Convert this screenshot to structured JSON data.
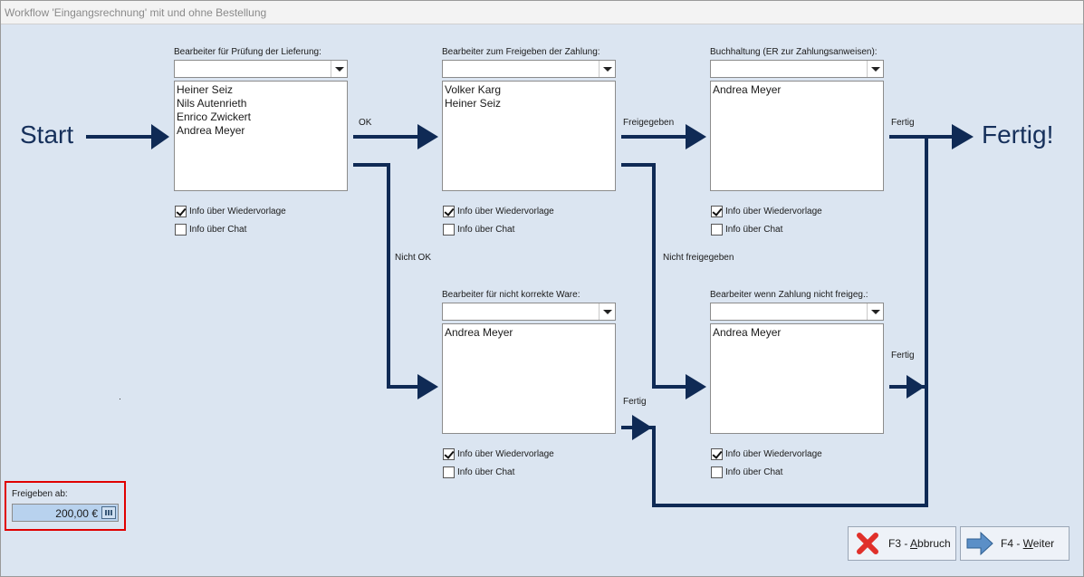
{
  "window": {
    "title": "Workflow 'Eingangsrechnung' mit und ohne Bestellung"
  },
  "flow": {
    "start": "Start",
    "done": "Fertig!",
    "ok": "OK",
    "not_ok": "Nicht OK",
    "approved": "Freigegeben",
    "not_approved": "Nicht freigegeben",
    "finished_1": "Fertig",
    "finished_2": "Fertig",
    "finished_3": "Fertig"
  },
  "colors": {
    "arrow": "#0f2a55",
    "background": "#dbe5f1",
    "highlight_border": "#e00000"
  },
  "panels": {
    "pruefung": {
      "label": "Bearbeiter für Prüfung der Lieferung:",
      "combo_value": "",
      "items": [
        "Heiner Seiz",
        "Nils Autenrieth",
        "Enrico Zwickert",
        "Andrea Meyer"
      ],
      "cb1": {
        "label": "Info über Wiedervorlage",
        "checked": true
      },
      "cb2": {
        "label": "Info über Chat",
        "checked": false
      }
    },
    "freigabe": {
      "label": "Bearbeiter zum Freigeben der Zahlung:",
      "combo_value": "",
      "items": [
        "Volker Karg",
        "Heiner Seiz"
      ],
      "cb1": {
        "label": "Info über Wiedervorlage",
        "checked": true
      },
      "cb2": {
        "label": "Info über Chat",
        "checked": false
      }
    },
    "buchhaltung": {
      "label": "Buchhaltung (ER zur Zahlungsanweisen):",
      "combo_value": "",
      "items": [
        "Andrea Meyer"
      ],
      "cb1": {
        "label": "Info über Wiedervorlage",
        "checked": true
      },
      "cb2": {
        "label": "Info über Chat",
        "checked": false
      }
    },
    "nichtkorrekt": {
      "label": "Bearbeiter für nicht korrekte Ware:",
      "combo_value": "",
      "items": [
        "Andrea Meyer"
      ],
      "cb1": {
        "label": "Info über Wiedervorlage",
        "checked": true
      },
      "cb2": {
        "label": "Info über Chat",
        "checked": false
      }
    },
    "nichtfreigeg": {
      "label": "Bearbeiter wenn Zahlung nicht freigeg.:",
      "combo_value": "",
      "items": [
        "Andrea Meyer"
      ],
      "cb1": {
        "label": "Info über Wiedervorlage",
        "checked": true
      },
      "cb2": {
        "label": "Info über Chat",
        "checked": false
      }
    }
  },
  "freigeben_ab": {
    "label": "Freigeben ab:",
    "value": "200,00 €"
  },
  "buttons": {
    "abbruch": {
      "key": "F3 - ",
      "underlined": "A",
      "rest": "bbruch"
    },
    "weiter": {
      "key": "F4 - ",
      "underlined": "W",
      "rest": "eiter"
    }
  }
}
